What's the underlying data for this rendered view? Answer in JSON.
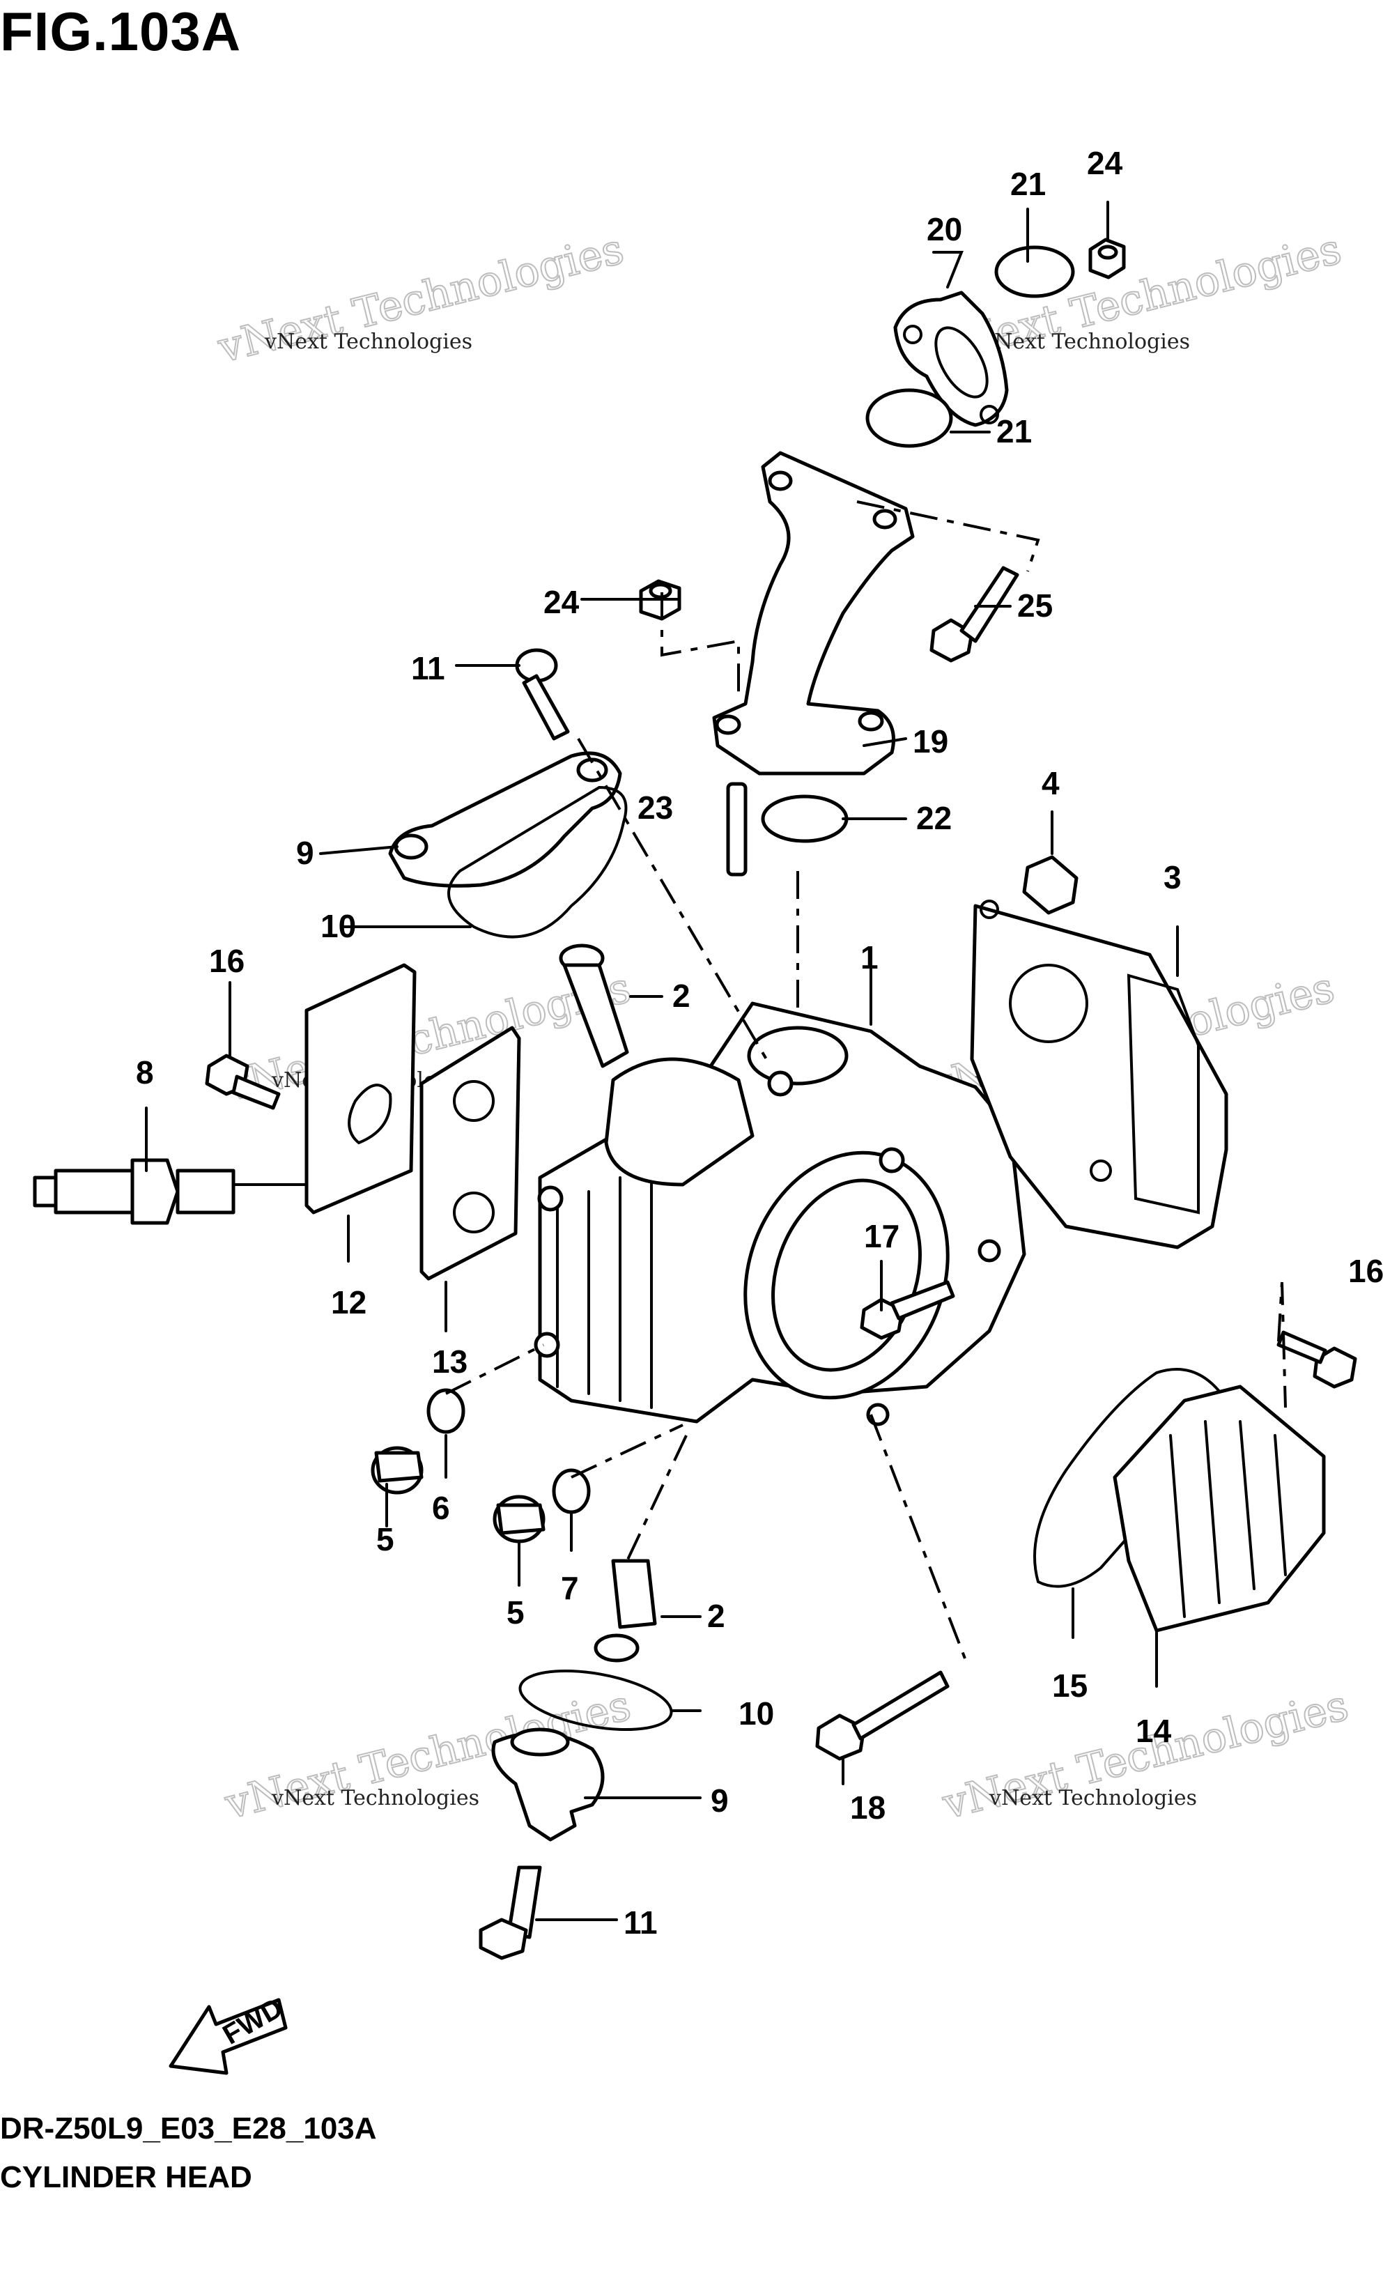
{
  "figure": {
    "title": "FIG.103A",
    "code": "DR-Z50L9_E03_E28_103A",
    "name": "CYLINDER HEAD"
  },
  "callouts": [
    "1",
    "2",
    "2",
    "3",
    "4",
    "5",
    "5",
    "6",
    "7",
    "8",
    "9",
    "9",
    "10",
    "10",
    "11",
    "11",
    "12",
    "13",
    "14",
    "15",
    "16",
    "16",
    "17",
    "18",
    "19",
    "20",
    "21",
    "21",
    "22",
    "23",
    "24",
    "24",
    "25"
  ],
  "watermark": {
    "line1": "vNext Technologies",
    "line2": "vNext Technologies"
  },
  "fwd_label": "FWD"
}
